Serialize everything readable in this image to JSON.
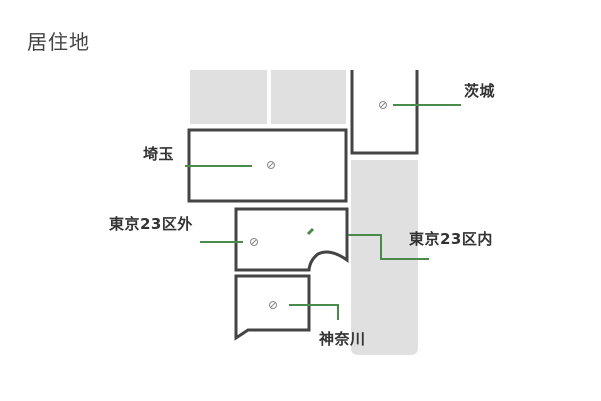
{
  "title": "居住地",
  "colors": {
    "border": "#444444",
    "leader": "#4a8a4a",
    "gray_area": "#e0e0e0",
    "marker": "#888888"
  },
  "regions": [
    {
      "id": "ibaraki",
      "label": "茨城"
    },
    {
      "id": "saitama",
      "label": "埼玉"
    },
    {
      "id": "tokyo-outside",
      "label": "東京23区外"
    },
    {
      "id": "tokyo-inside",
      "label": "東京23区内"
    },
    {
      "id": "kanagawa",
      "label": "神奈川"
    }
  ]
}
